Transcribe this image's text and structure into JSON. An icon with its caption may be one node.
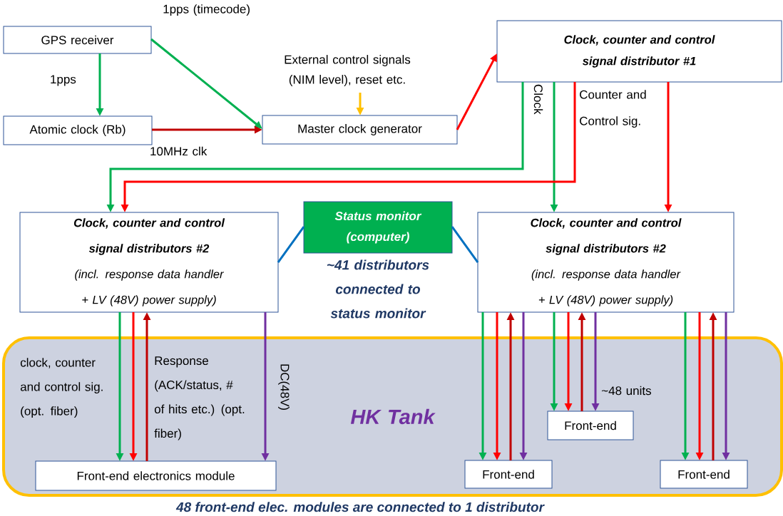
{
  "diagram": {
    "caption": "48 front-end elec. modules are connected to 1 distributor",
    "nodes": [
      {
        "text": [
          "GPS receiver"
        ]
      },
      {
        "text": [
          "External control signals (NIM level), reset etc."
        ]
      },
      {
        "text": [
          "Clock, counter and control signal distributor #1"
        ]
      },
      {
        "text": [
          "Atomic clock (Rb)"
        ]
      },
      {
        "text": [
          "Master clock generator"
        ]
      },
      {
        "text": [
          "Status monitor (computer)"
        ],
        "beside": [
          "~41 distributors connected to status monitor"
        ]
      },
      {
        "text": [
          "Clock, counter and control signal distributors #2",
          "(incl. response data handler + LV (48V) power supply)"
        ]
      },
      {
        "text": [
          "Clock, counter and control signal distributors #2",
          "(incl. response data handler + LV (48V) power supply)"
        ]
      },
      {
        "text": [
          "HK Tank"
        ]
      },
      {
        "text": [
          "Front-end electronics module"
        ],
        "in": 8
      },
      {
        "text": [
          "Front-end"
        ],
        "in": 8
      },
      {
        "text": [
          "Front-end"
        ],
        "in": 8
      },
      {
        "text": [
          "Front-end"
        ],
        "in": 8
      }
    ],
    "edges": [
      {
        "from": 0,
        "to": 3,
        "arrow": "to",
        "color": "#00b050",
        "label": "1pps"
      },
      {
        "from": 0,
        "to": 4,
        "arrow": "to",
        "color": "#00b050",
        "label": "1pps (timecode)"
      },
      {
        "from": 3,
        "to": 4,
        "arrow": "to",
        "color": "#c00000",
        "label": "10MHz clk"
      },
      {
        "from": 1,
        "to": 4,
        "arrow": "to",
        "color": "#ffc000"
      },
      {
        "from": 4,
        "to": 2,
        "arrow": "to",
        "color": "#ff0000"
      },
      {
        "from": 2,
        "to": 6,
        "arrow": "to",
        "color": "#00b050",
        "label": "Clock"
      },
      {
        "from": 2,
        "to": 7,
        "arrow": "to",
        "color": "#00b050"
      },
      {
        "from": 2,
        "to": 6,
        "arrow": "to",
        "color": "#ff0000",
        "label": "Counter and Control sig."
      },
      {
        "from": 2,
        "to": 7,
        "arrow": "to",
        "color": "#ff0000"
      },
      {
        "from": 5,
        "to": 6,
        "arrow": "none",
        "color": "#0070c0"
      },
      {
        "from": 5,
        "to": 7,
        "arrow": "none",
        "color": "#0070c0"
      },
      {
        "from": 6,
        "to": 9,
        "arrow": "to",
        "color": "#00b050",
        "label": "clock, counter and control sig. (opt. fiber)"
      },
      {
        "from": 6,
        "to": 9,
        "arrow": "to",
        "color": "#ff0000"
      },
      {
        "from": 9,
        "to": 6,
        "arrow": "to",
        "color": "#c00000",
        "label": "Response (ACK/status, # of hits etc.) (opt. fiber)"
      },
      {
        "from": 6,
        "to": 9,
        "arrow": "to",
        "color": "#7030a0",
        "label": "DC(48V)"
      },
      {
        "from": 7,
        "to": 11,
        "arrow": "to",
        "color": "#00b050"
      },
      {
        "from": 7,
        "to": 11,
        "arrow": "to",
        "color": "#ff0000"
      },
      {
        "from": 11,
        "to": 7,
        "arrow": "to",
        "color": "#c00000"
      },
      {
        "from": 7,
        "to": 11,
        "arrow": "to",
        "color": "#7030a0"
      },
      {
        "from": 7,
        "to": 10,
        "arrow": "to",
        "color": "#00b050"
      },
      {
        "from": 7,
        "to": 10,
        "arrow": "to",
        "color": "#ff0000"
      },
      {
        "from": 10,
        "to": 7,
        "arrow": "to",
        "color": "#c00000"
      },
      {
        "from": 7,
        "to": 10,
        "arrow": "to",
        "color": "#7030a0",
        "label": "~48 units"
      },
      {
        "from": 7,
        "to": 12,
        "arrow": "to",
        "color": "#00b050"
      },
      {
        "from": 7,
        "to": 12,
        "arrow": "to",
        "color": "#ff0000"
      },
      {
        "from": 12,
        "to": 7,
        "arrow": "to",
        "color": "#c00000"
      },
      {
        "from": 7,
        "to": 12,
        "arrow": "to",
        "color": "#7030a0"
      }
    ]
  }
}
